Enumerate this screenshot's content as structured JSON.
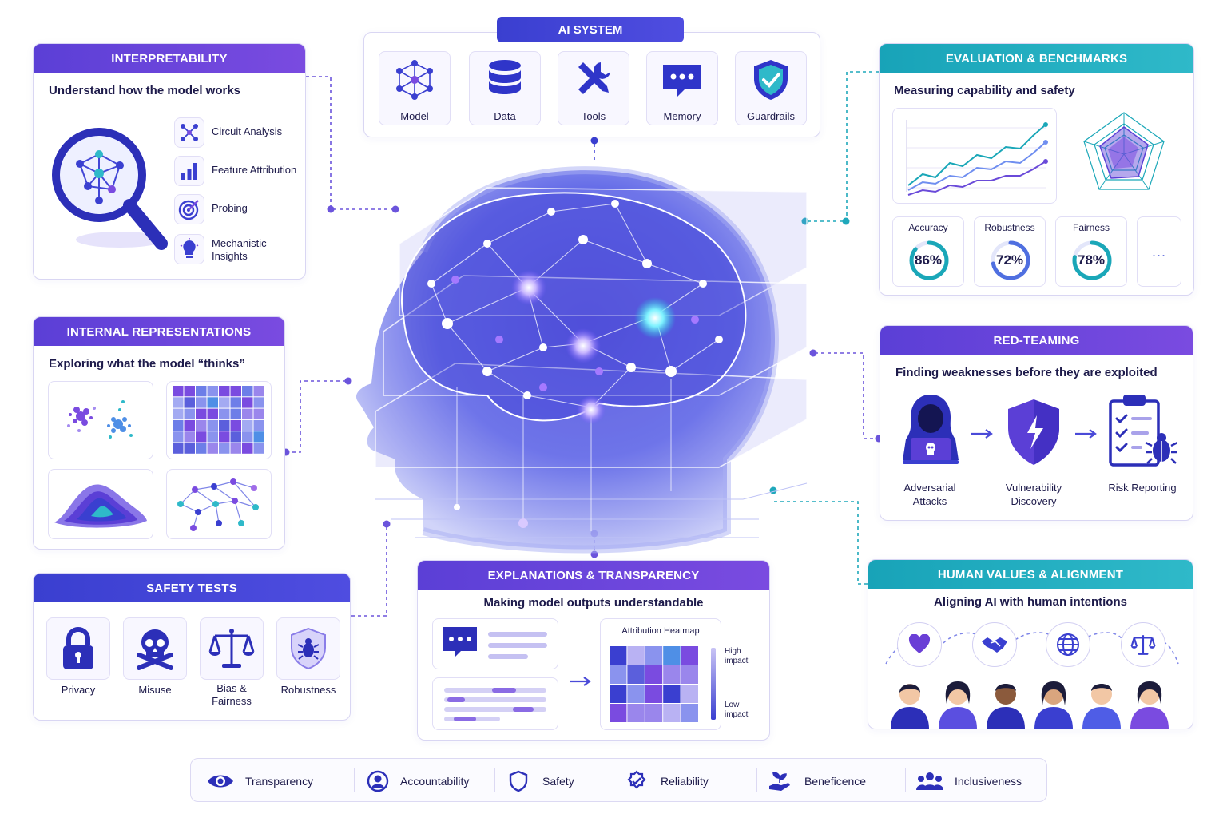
{
  "ai_system": {
    "title": "AI SYSTEM",
    "items": [
      {
        "label": "Model",
        "icon": "network-icon"
      },
      {
        "label": "Data",
        "icon": "database-icon"
      },
      {
        "label": "Tools",
        "icon": "tools-icon"
      },
      {
        "label": "Memory",
        "icon": "chat-bubble-icon"
      },
      {
        "label": "Guardrails",
        "icon": "shield-check-icon"
      }
    ]
  },
  "interpretability": {
    "title": "INTERPRETABILITY",
    "subtitle": "Understand how the model works",
    "items": [
      {
        "label": "Circuit Analysis",
        "icon": "circuit-icon"
      },
      {
        "label": "Feature Attribution",
        "icon": "bar-chart-icon"
      },
      {
        "label": "Probing",
        "icon": "target-icon"
      },
      {
        "label": "Mechanistic Insights",
        "icon": "lightbulb-icon"
      }
    ]
  },
  "internal_representations": {
    "title": "INTERNAL REPRESENTATIONS",
    "subtitle": "Exploring what the model “thinks”"
  },
  "safety_tests": {
    "title": "SAFETY TESTS",
    "items": [
      {
        "label": "Privacy",
        "icon": "lock-icon"
      },
      {
        "label": "Misuse",
        "icon": "skull-icon"
      },
      {
        "label": "Bias & Fairness",
        "icon": "scales-icon"
      },
      {
        "label": "Robustness",
        "icon": "bug-shield-icon"
      }
    ]
  },
  "evaluation": {
    "title": "EVALUATION & BENCHMARKS",
    "subtitle": "Measuring capability and safety",
    "metrics": [
      {
        "label": "Accuracy",
        "value": "86%",
        "fraction": 0.86,
        "color": "#1aa7b8"
      },
      {
        "label": "Robustness",
        "value": "72%",
        "fraction": 0.72,
        "color": "#4f6fe0"
      },
      {
        "label": "Fairness",
        "value": "78%",
        "fraction": 0.78,
        "color": "#1aa7b8"
      }
    ],
    "more": "..."
  },
  "red_teaming": {
    "title": "RED-TEAMING",
    "subtitle": "Finding weaknesses before they are exploited",
    "steps": [
      {
        "label": "Adversarial Attacks",
        "icon": "hacker-icon"
      },
      {
        "label": "Vulnerability Discovery",
        "icon": "shield-bolt-icon"
      },
      {
        "label": "Risk Reporting",
        "icon": "clipboard-bug-icon"
      }
    ]
  },
  "explanations": {
    "title": "EXPLANATIONS & TRANSPARENCY",
    "subtitle": "Making model outputs understandable",
    "heatmap_title": "Attribution Heatmap",
    "high": "High impact",
    "low": "Low impact"
  },
  "human_values": {
    "title": "HUMAN VALUES & ALIGNMENT",
    "subtitle": "Aligning AI with human intentions",
    "icons": [
      "heart-icon",
      "handshake-icon",
      "globe-icon",
      "scales-icon"
    ]
  },
  "principles": [
    {
      "label": "Transparency",
      "icon": "eye-icon"
    },
    {
      "label": "Accountability",
      "icon": "user-circle-icon"
    },
    {
      "label": "Safety",
      "icon": "shield-icon"
    },
    {
      "label": "Reliability",
      "icon": "badge-check-icon"
    },
    {
      "label": "Beneficence",
      "icon": "plant-hand-icon"
    },
    {
      "label": "Inclusiveness",
      "icon": "people-icon"
    }
  ],
  "colors": {
    "purple": "#5b3fd6",
    "blue": "#3a3fd0",
    "teal": "#18a3b8",
    "ink": "#1e1b4b"
  }
}
